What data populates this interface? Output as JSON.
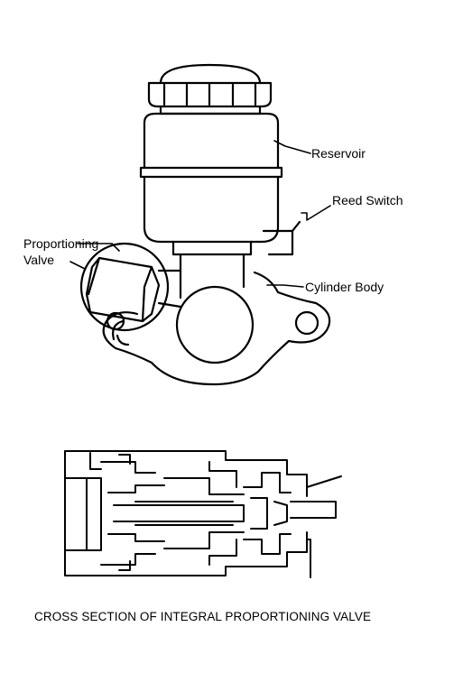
{
  "labels": {
    "reservoir": "Reservoir",
    "reed_switch": "Reed Switch",
    "proportioning_valve_line1": "Proportioning",
    "proportioning_valve_line2": "Valve",
    "cylinder_body": "Cylinder Body"
  },
  "caption": "CROSS SECTION OF INTEGRAL PROPORTIONING VALVE",
  "colors": {
    "ink": "#000000",
    "paper": "#ffffff"
  }
}
